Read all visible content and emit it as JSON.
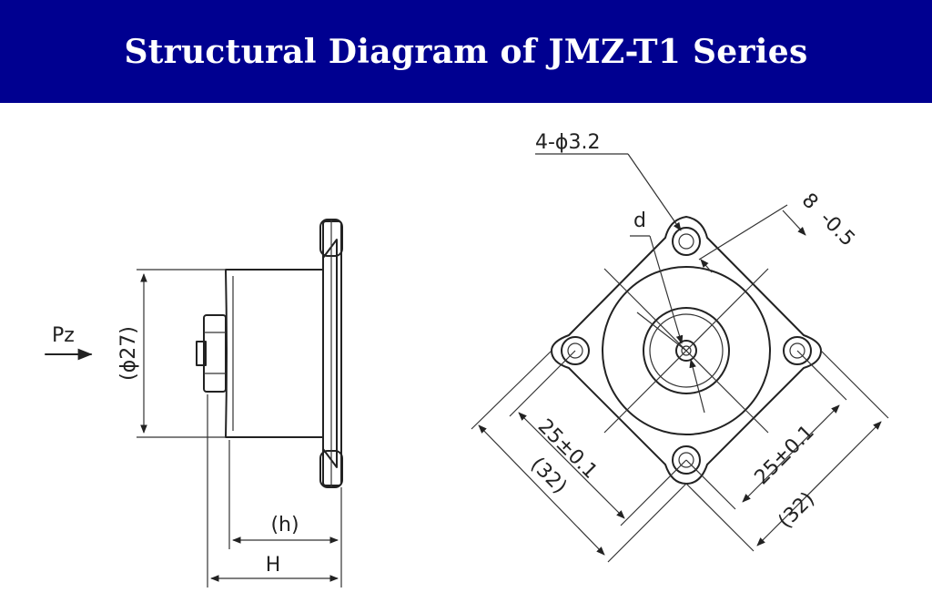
{
  "header": {
    "title": "Structural Diagram of JMZ-T1 Series",
    "background_color": "#000090",
    "text_color": "#ffffff"
  },
  "side_view": {
    "force_label": "Pz",
    "diameter_label": "(ϕ27)",
    "inner_height_label": "(h)",
    "height_label": "H"
  },
  "top_view": {
    "holes_label": "4-ϕ3.2",
    "d_label": "d",
    "depth_label": "8",
    "tolerance_label": "-0.5",
    "spacing_left_label": "25±0.1",
    "outer_left_label": "(32)",
    "spacing_right_label": "25±0.1",
    "outer_right_label": "(32)"
  }
}
